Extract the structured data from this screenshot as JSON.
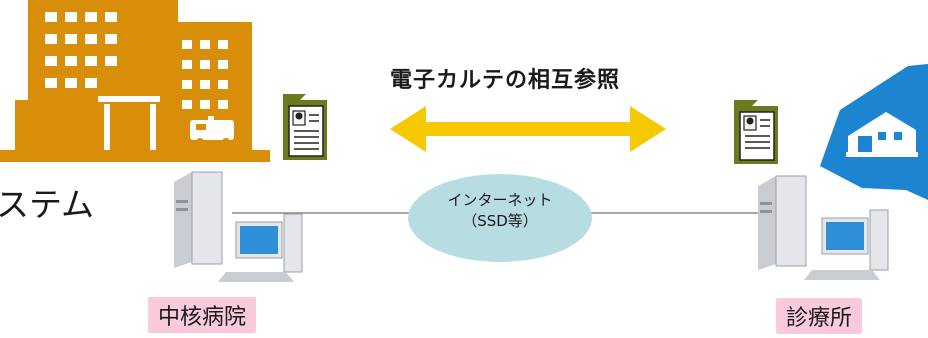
{
  "title": "電子カルテの相互参照",
  "left_cut_text": "ステム",
  "network": {
    "line1": "インターネット",
    "line2": "（SSD等）"
  },
  "labels": {
    "left": "中核病院",
    "right": "診療所"
  },
  "colors": {
    "hospital": "#d98e0a",
    "arrow": "#f5c800",
    "cloud": "#b7dde3",
    "clinic": "#1d84d2",
    "record_folder": "#6b7a1c",
    "badge": "#f9c9dc"
  }
}
